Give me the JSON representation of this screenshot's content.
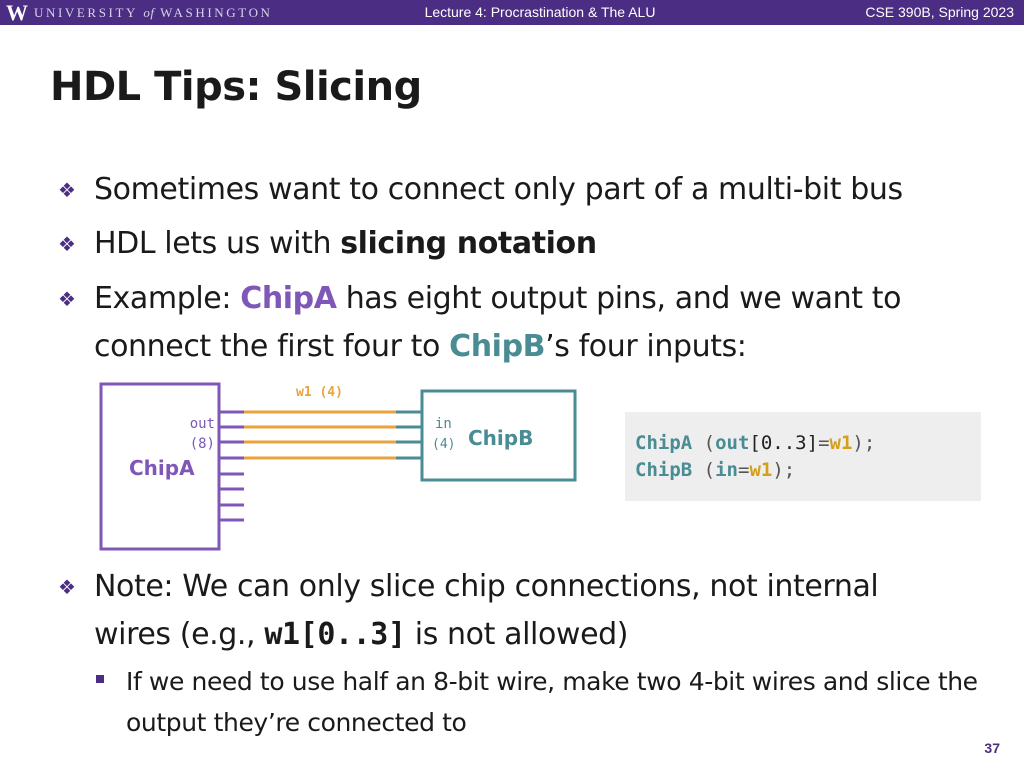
{
  "header": {
    "logo_letter": "W",
    "wordmark_pre": "UNIVERSITY",
    "wordmark_of": "of",
    "wordmark_post": "WASHINGTON",
    "lecture": "Lecture 4: Procrastination & The ALU",
    "course": "CSE 390B, Spring 2023"
  },
  "title": "HDL Tips: Slicing",
  "bullets": {
    "b1": "Sometimes want to connect only part of a multi-bit bus",
    "b2_pre": "HDL lets us with ",
    "b2_bold": "slicing notation",
    "b3_pre": "Example: ",
    "b3_chipa": "ChipA",
    "b3_mid": " has eight output pins, and we want to connect the first four to ",
    "b3_chipb": "ChipB",
    "b3_post": "’s four inputs:",
    "b4_pre": "Note: We can only slice chip connections, not internal wires (e.g., ",
    "b4_code": "w1[0..3]",
    "b4_post": " is not allowed)",
    "sub": "If we need to use half an 8-bit wire, make two 4-bit wires and slice the output they’re connected to"
  },
  "diagram": {
    "chipa_label": "ChipA",
    "chipa_pin_name": "out",
    "chipa_pin_width": "(8)",
    "chipb_label": "ChipB",
    "chipb_pin_name": "in",
    "chipb_pin_width": "(4)",
    "wire_label": "w1 (4)",
    "colors": {
      "chipa": "#7e57b8",
      "chipb": "#4a8c93",
      "wire": "#e8a33d"
    }
  },
  "code": {
    "line1": {
      "chip": "ChipA",
      "open": " (",
      "pin": "out",
      "slice": "[0..3]",
      "eq": "=",
      "wire": "w1",
      "close": ");"
    },
    "line2": {
      "chip": "ChipB",
      "open": " (",
      "pin": "in",
      "eq": "=",
      "wire": "w1",
      "close": ");"
    }
  },
  "page_number": "37"
}
